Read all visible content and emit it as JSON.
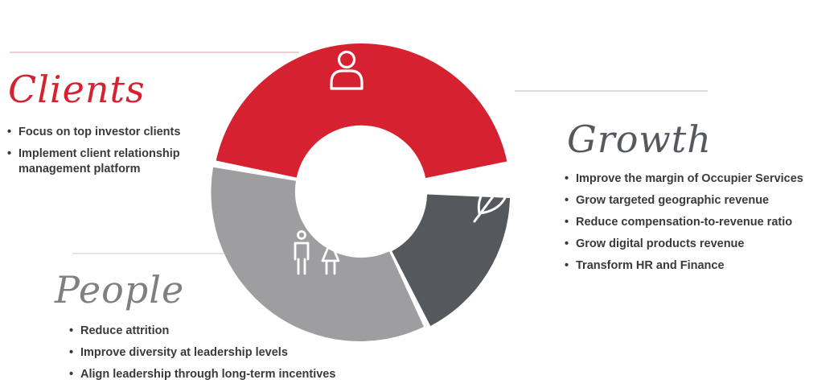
{
  "clients": {
    "title": "Clients",
    "color": "#d62130",
    "icon": "person-icon",
    "items": [
      "Focus on top investor clients",
      "Implement client relationship management platform"
    ]
  },
  "growth": {
    "title": "Growth",
    "color": "#55585d",
    "icon": "leaf-icon",
    "items": [
      "Improve the margin of Occupier Services",
      "Grow targeted geographic revenue",
      "Reduce compensation-to-revenue ratio",
      "Grow digital products revenue",
      "Transform HR and Finance"
    ]
  },
  "people": {
    "title": "People",
    "color": "#9e9ea1",
    "icon": "man-woman-icon",
    "items": [
      "Reduce attrition",
      "Improve diversity at leadership levels",
      "Align leadership through long-term incentives"
    ]
  }
}
